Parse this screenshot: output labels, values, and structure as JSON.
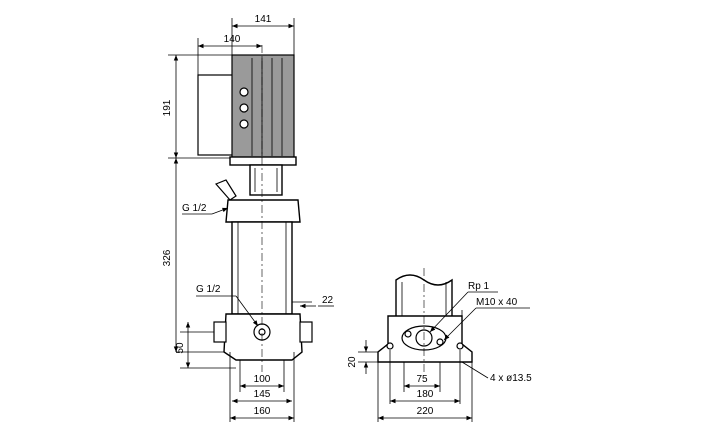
{
  "side_view": {
    "dim_motor_top": "141",
    "dim_motor_width": "140",
    "dim_motor_height": "191",
    "dim_pump_height": "326",
    "dim_base_height": "50",
    "dim_port_offset": "22",
    "dim_ports_spacing": "100",
    "dim_base_145": "145",
    "dim_base_160": "160",
    "port_top_label": "G 1/2",
    "port_bottom_label": "G 1/2"
  },
  "base_view": {
    "label_rp": "Rp 1",
    "label_m10": "M10 x 40",
    "label_holes": "4 x ø13.5",
    "dim_foot_height": "20",
    "dim_75": "75",
    "dim_180": "180",
    "dim_220": "220"
  }
}
